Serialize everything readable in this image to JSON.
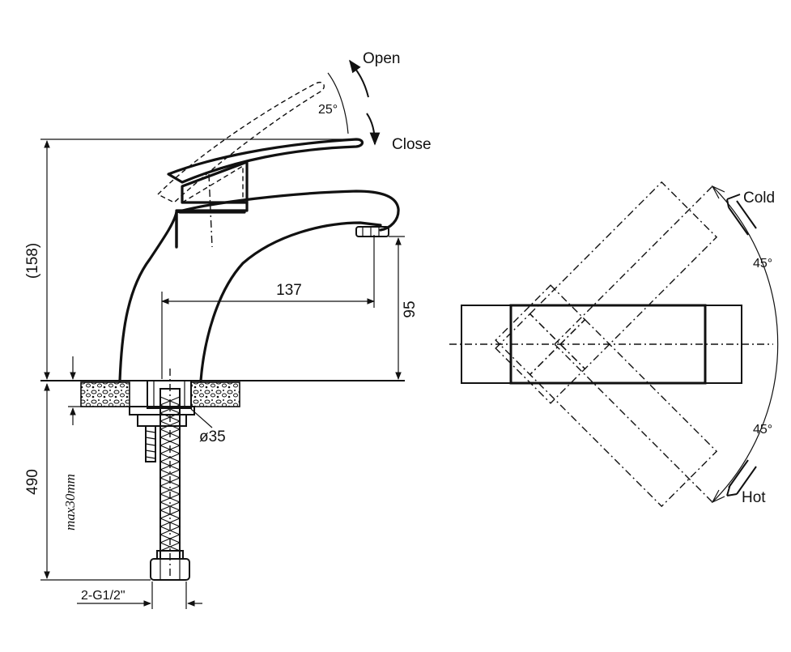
{
  "labels": {
    "open": "Open",
    "close": "Close",
    "angle_lever": "25°",
    "height_total": "(158)",
    "reach": "137",
    "spout_height": "95",
    "diameter": "ø35",
    "hose_length": "490",
    "max_thickness": "max30mm",
    "thread": "2-G1/2\"",
    "cold": "Cold",
    "hot": "Hot",
    "angle_cold": "45°",
    "angle_hot": "45°"
  }
}
